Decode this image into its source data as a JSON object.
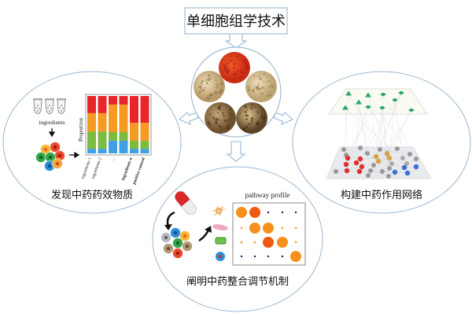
{
  "title": "单细胞组学技术",
  "left_panel": {
    "caption": "发现中药药效物质",
    "tube_label": "ingredients",
    "chart": {
      "ylabel": "Proportion",
      "xlabels": [
        "ingredients 1",
        "ingredients 2",
        "...",
        "ingredients n",
        "positive control"
      ],
      "colors": [
        "#e8262a",
        "#f59a23",
        "#7dbb3f",
        "#3fa0e4"
      ],
      "bars": [
        [
          30,
          32,
          30,
          8
        ],
        [
          30,
          32,
          30,
          8
        ],
        [
          15,
          48,
          15,
          22
        ],
        [
          15,
          48,
          15,
          22
        ],
        [
          47,
          31,
          14,
          8
        ],
        [
          47,
          31,
          14,
          8
        ]
      ]
    }
  },
  "bottom_panel": {
    "caption": "阐明中药整合调节机制",
    "profile_title": "pathway profile",
    "dot_matrix": [
      [
        3,
        3,
        1,
        1,
        1
      ],
      [
        1,
        3,
        3,
        1,
        1
      ],
      [
        1,
        1,
        3,
        3,
        1
      ],
      [
        1,
        1,
        1,
        1,
        3
      ]
    ],
    "dot_kinds": [
      [
        "o",
        "r",
        "n",
        "n",
        "n"
      ],
      [
        "s",
        "o",
        "o",
        "s",
        "s"
      ],
      [
        "s",
        "s",
        "r",
        "o",
        "s"
      ],
      [
        "n",
        "n",
        "n",
        "n",
        "o"
      ]
    ]
  },
  "right_panel": {
    "caption": "构建中药作用网络"
  },
  "colors": {
    "outline": "#9bb7d4",
    "arrow": "#8fb0cf",
    "green_node": "#2aa56b"
  }
}
